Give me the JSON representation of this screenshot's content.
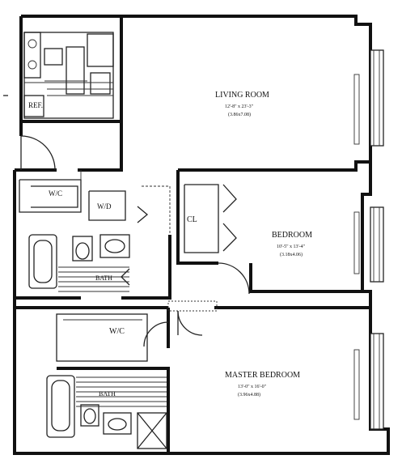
{
  "rooms": {
    "living_room": {
      "name": "LIVING ROOM",
      "dims_imperial": "12'-8\" x 23'-3\"",
      "dims_metric": "(3.86x7.08)"
    },
    "bedroom": {
      "name": "BEDROOM",
      "dims_imperial": "10'-5\" x 13'-4\"",
      "dims_metric": "(3.18x4.06)"
    },
    "master_bedroom": {
      "name": "MASTER BEDROOM",
      "dims_imperial": "13'-0\" x 16'-0\"",
      "dims_metric": "(3.96x4.88)"
    }
  },
  "labels": {
    "ref": "REF.",
    "wc_hall": "W/C",
    "wd": "W/D",
    "closet": "CL",
    "bath_upper": "BATH",
    "wc_master": "W/C",
    "bath_lower": "BATH"
  }
}
